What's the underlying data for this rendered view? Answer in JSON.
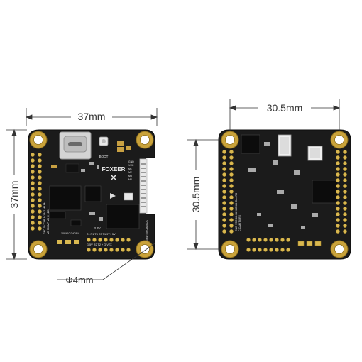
{
  "dimensions": {
    "left_width": "37mm",
    "left_height": "37mm",
    "right_width": "30.5mm",
    "right_height": "30.5mm",
    "hole_diameter": "Φ4mm"
  },
  "board": {
    "brand": "FOXEER",
    "boot_label": "BOOT",
    "volt_label": "3.3V",
    "left_edge_label": "GND 5V CUR M1 M2 M3 M4",
    "left_edge_label2": "M5 M6 M7 M8 G LED",
    "bottom_pads_label": "T4 R1 T3 R3 T1 9V+ 5V",
    "bottom_pads_label2": "G 5V R2 T2 + G VTX",
    "side_row_label": "GND 5V CAM CC",
    "top_right_labels": [
      "GND",
      "VCC",
      "M1",
      "M2",
      "M3",
      "M4"
    ],
    "back_left_label": "GND VCC M1 M2 M3 M4 Curr R8",
    "back_left_label2": "C CAM TX RX",
    "bottom_edge_label": "10V/G/T/3/G/R4"
  },
  "colors": {
    "pcb": "#1b1b1b",
    "pad": "#d9b850",
    "pad_ring": "#c9a23a",
    "dim_line": "#333333"
  }
}
